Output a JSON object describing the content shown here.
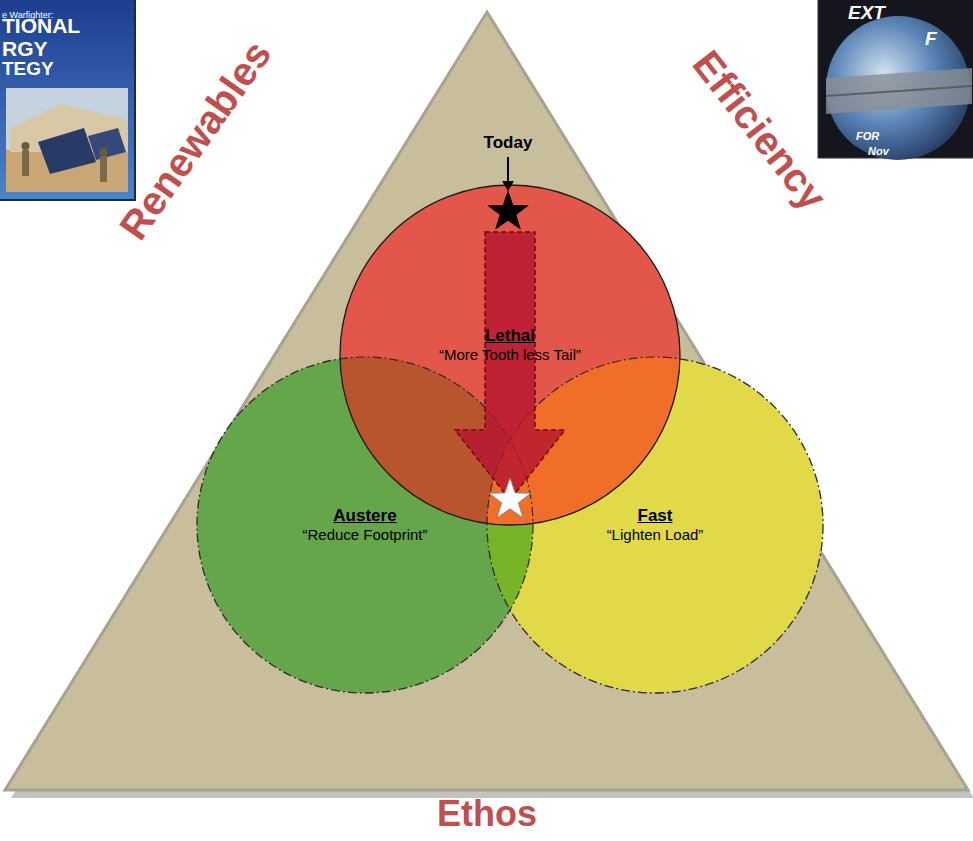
{
  "diagram": {
    "nodes": [
      {
        "text": [
          "Lethal",
          "“More Tooth less Tail”"
        ]
      },
      {
        "text": [
          "Austere",
          "“Reduce Footprint”"
        ]
      },
      {
        "text": [
          "Fast",
          "“Lighten Load”"
        ]
      }
    ],
    "labels": [
      "Today",
      "Renewables",
      "Efficiency",
      "Ethos",
      "e Warfighter:",
      "TIONAL",
      "RGY",
      "TEGY",
      "EXT",
      "F",
      "FOR",
      "Nov"
    ]
  }
}
